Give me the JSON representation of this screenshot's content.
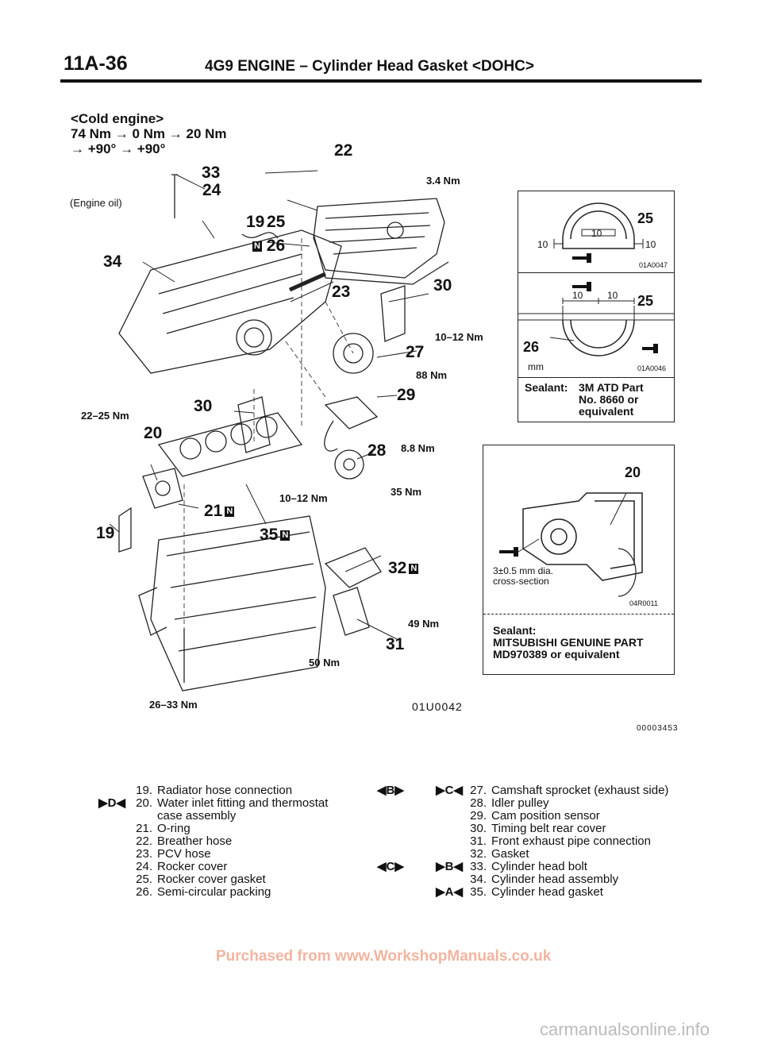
{
  "header": {
    "page_number": "11A-36",
    "title": "4G9 ENGINE – Cylinder Head Gasket <DOHC>"
  },
  "tightening": {
    "line1": "<Cold engine>",
    "line2": "74 Nm → 0 Nm → 20 Nm",
    "line3": "→ +90° → +90°"
  },
  "engine_oil_label": "(Engine oil)",
  "callouts": {
    "c33": "33",
    "c22": "22",
    "c24": "24",
    "c19a": "19",
    "c25": "25",
    "c26": "26",
    "c34": "34",
    "c23": "23",
    "c30a": "30",
    "c27": "27",
    "c29": "29",
    "c30b": "30",
    "c20": "20",
    "c28": "28",
    "c21": "21",
    "c19b": "19",
    "c35": "35",
    "c32": "32",
    "c31": "31"
  },
  "torques": {
    "t1": "3.4 Nm",
    "t2": "10–12 Nm",
    "t3": "88 Nm",
    "t4": "22–25 Nm",
    "t5": "8.8 Nm",
    "t6": "35 Nm",
    "t7": "10–12 Nm",
    "t8": "49 Nm",
    "t9": "50 Nm",
    "t10": "26–33 Nm"
  },
  "figure_code": "01U0042",
  "doc_code": "00003453",
  "box1": {
    "callout_25a": "25",
    "dim_10_left": "10",
    "dim_10_mid": "10",
    "dim_10_right": "10",
    "code_a": "01A0047",
    "dim_10_b1": "10",
    "dim_10_b2": "10",
    "callout_25b": "25",
    "callout_26": "26",
    "unit_mm": "mm",
    "code_b": "01A0046",
    "sealant_label": "Sealant:",
    "sealant_line1": "3M ATD Part",
    "sealant_line2": "No. 8660 or",
    "sealant_line3": "equivalent"
  },
  "box2": {
    "callout_20": "20",
    "dia_line1": "3±0.5 mm dia.",
    "dia_line2": "cross-section",
    "code": "04R0011",
    "sealant_label": "Sealant:",
    "sealant_line1": "MITSUBISHI GENUINE PART",
    "sealant_line2": "MD970389 or equivalent"
  },
  "legend_left": [
    {
      "ref": "",
      "num": "19.",
      "text": "Radiator hose connection"
    },
    {
      "ref": "▶D◀",
      "num": "20.",
      "text": "Water inlet fitting and thermostat"
    },
    {
      "ref": "",
      "num": "",
      "text": "case assembly"
    },
    {
      "ref": "",
      "num": "21.",
      "text": "O-ring"
    },
    {
      "ref": "",
      "num": "22.",
      "text": "Breather hose"
    },
    {
      "ref": "",
      "num": "23.",
      "text": "PCV hose"
    },
    {
      "ref": "",
      "num": "24.",
      "text": "Rocker cover"
    },
    {
      "ref": "",
      "num": "25.",
      "text": "Rocker cover gasket"
    },
    {
      "ref": "",
      "num": "26.",
      "text": "Semi-circular packing"
    }
  ],
  "legend_right": [
    {
      "ref1": "◀B▶",
      "ref2": "▶C◀",
      "num": "27.",
      "text": "Camshaft sprocket (exhaust side)"
    },
    {
      "ref1": "",
      "ref2": "",
      "num": "28.",
      "text": "Idler pulley"
    },
    {
      "ref1": "",
      "ref2": "",
      "num": "29.",
      "text": "Cam position sensor"
    },
    {
      "ref1": "",
      "ref2": "",
      "num": "30.",
      "text": "Timing belt rear cover"
    },
    {
      "ref1": "",
      "ref2": "",
      "num": "31.",
      "text": "Front exhaust pipe connection"
    },
    {
      "ref1": "",
      "ref2": "",
      "num": "32.",
      "text": "Gasket"
    },
    {
      "ref1": "◀C▶",
      "ref2": "▶B◀",
      "num": "33.",
      "text": "Cylinder head bolt"
    },
    {
      "ref1": "",
      "ref2": "",
      "num": "34.",
      "text": "Cylinder head assembly"
    },
    {
      "ref1": "",
      "ref2": "▶A◀",
      "num": "35.",
      "text": "Cylinder head gasket"
    }
  ],
  "footer_watermark": "Purchased from www.WorkshopManuals.co.uk",
  "site_watermark": "carmanualsonline.info",
  "new_part_mark": "N"
}
